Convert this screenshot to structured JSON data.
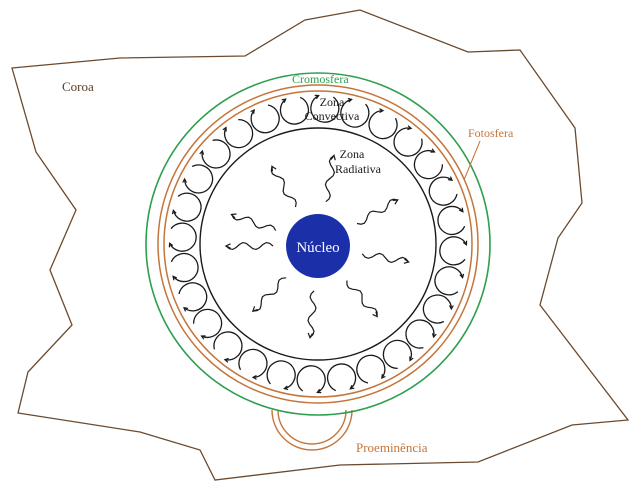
{
  "labels": {
    "corona": "Coroa",
    "chromosphere": "Cromosfera",
    "convective_line1": "Zona",
    "convective_line2": "Convectiva",
    "radiative_line1": "Zona",
    "radiative_line2": "Radiativa",
    "photosphere": "Fotosfera",
    "core": "Núcleo",
    "prominence": "Proeminência"
  },
  "colors": {
    "outline": "#6b4a2e",
    "chromosphere": "#2e9e4f",
    "photosphere": "#c4753a",
    "core_fill": "#1a2fa8",
    "core_text": "#ffffff",
    "ink": "#1a1a1a"
  }
}
